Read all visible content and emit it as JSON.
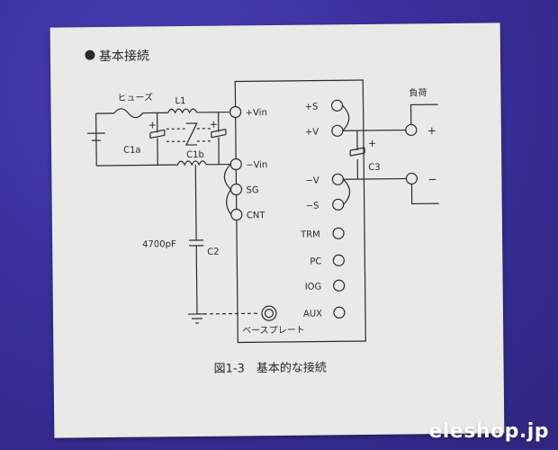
{
  "diagram": {
    "heading": "基本接続",
    "caption": "図1-3　基本的な接続",
    "labels": {
      "fuse": "ヒューズ",
      "l1": "L1",
      "c1a": "C1a",
      "c1b": "C1b",
      "c2_value": "4700pF",
      "c2": "C2",
      "c3": "C3",
      "load": "負荷",
      "base_plate": "ベースプレート",
      "plus": "+",
      "minus": "−"
    },
    "pins_left": [
      "+Vin",
      "−Vin",
      "SG",
      "CNT"
    ],
    "pins_right": [
      "+S",
      "+V",
      "−V",
      "−S",
      "TRM",
      "PC",
      "IOG",
      "AUX"
    ]
  },
  "watermark": "eleshop.jp"
}
